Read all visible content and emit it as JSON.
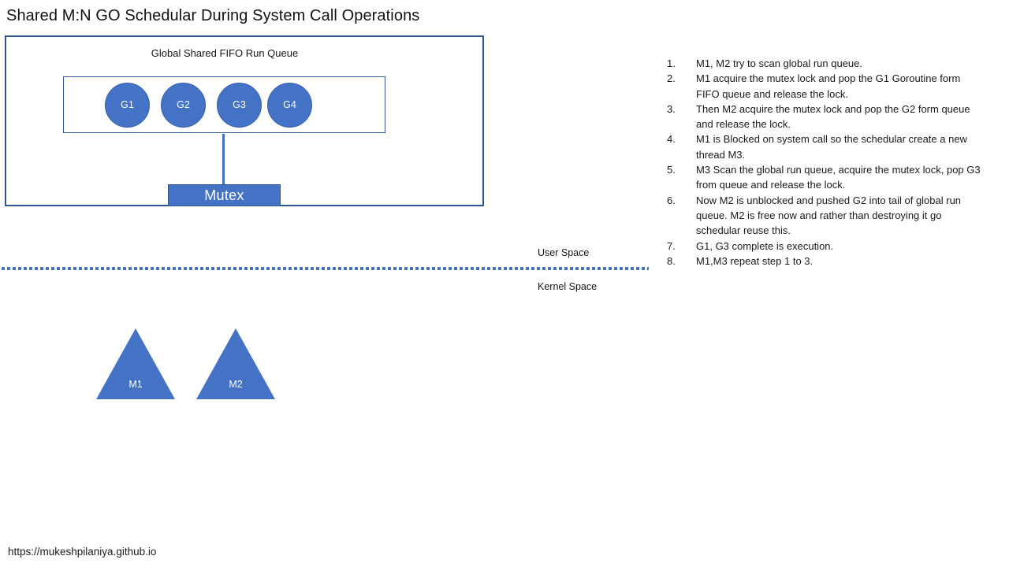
{
  "title": "Shared M:N GO Schedular During System Call Operations",
  "diagram": {
    "queue_title": "Global Shared FIFO Run Queue",
    "goroutines": [
      "G1",
      "G2",
      "G3",
      "G4"
    ],
    "mutex_label": "Mutex"
  },
  "spaces": {
    "user": "User Space",
    "kernel": "Kernel Space"
  },
  "threads": [
    "M1",
    "M2"
  ],
  "steps": [
    "M1, M2 try to scan global run queue.",
    "M1  acquire the mutex lock and pop the G1 Goroutine form FIFO queue and release the lock.",
    "Then M2 acquire the mutex lock and pop the G2 form queue and release the lock.",
    "M1 is Blocked on system call so the schedular create a new thread M3.",
    "M3 Scan the global run queue, acquire the mutex lock, pop G3 from queue and release the lock.",
    "Now M2 is unblocked and pushed G2 into tail of global run queue. M2 is free now and rather than destroying it go schedular reuse this.",
    "G1, G3 complete is execution.",
    "M1,M3  repeat step 1 to 3."
  ],
  "footer": {
    "url": "https://mukeshpilaniya.github.io"
  },
  "colors": {
    "shape_fill": "#4472C4",
    "shape_border": "#2E5697",
    "divider_dash": "#4472C4"
  }
}
